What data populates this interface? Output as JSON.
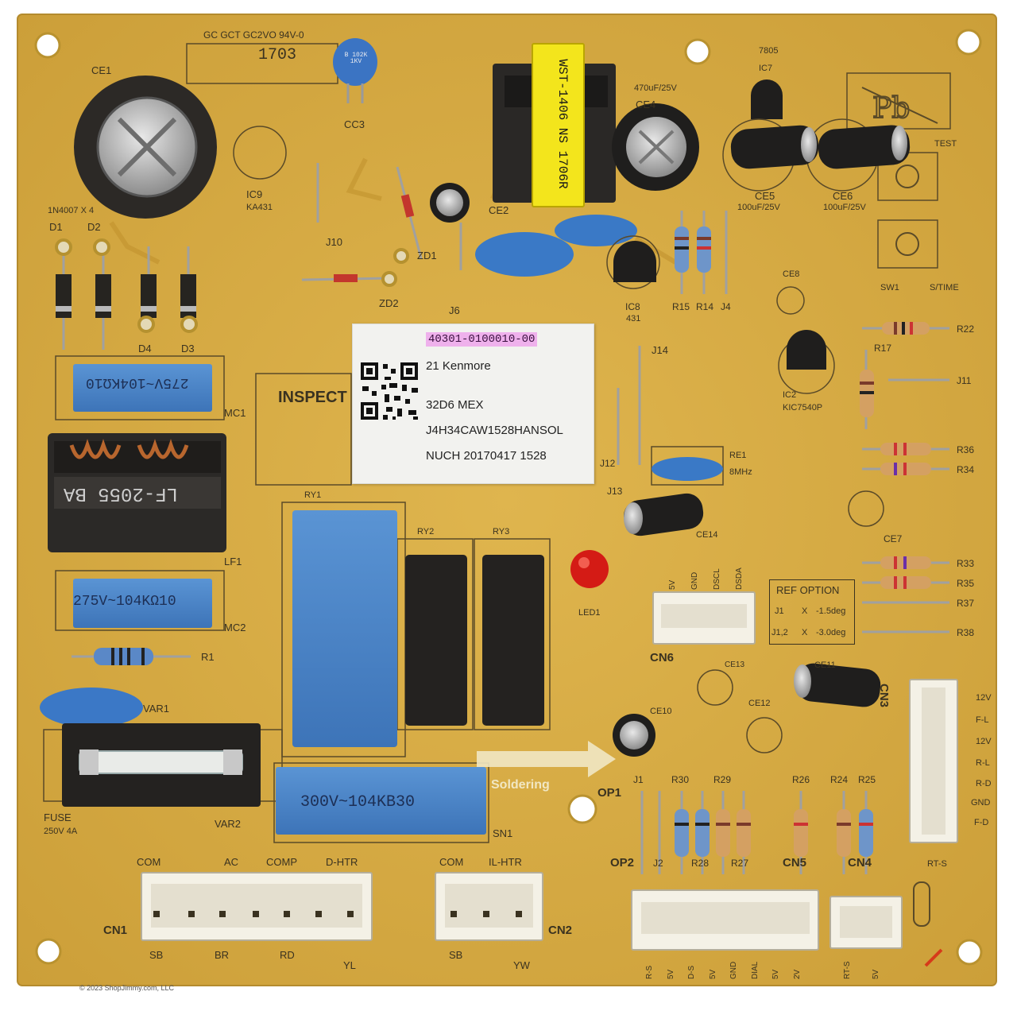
{
  "board": {
    "part_number": "40301-0100010-00",
    "brand_line": "21 Kenmore",
    "code_line": "32D6   MEX",
    "serial_line": "J4H34CAW1528HANSOL",
    "date_line": "NUCH 20170417 1528"
  },
  "silkscreen": {
    "ul_mark": "GC GCT GC2VO 94V-0",
    "ce1": "CE1",
    "ic9": "IC9",
    "ic9_part": "KA431",
    "diodes_note": "1N4007 X 4",
    "d1": "D1",
    "d2": "D2",
    "d3": "D3",
    "d4": "D4",
    "j10": "J10",
    "zd1": "ZD1",
    "zd2": "ZD2",
    "j6": "J6",
    "cc3": "CC3",
    "ce2": "CE2",
    "ce4": "CE4",
    "ce4_val": "470uF/25V",
    "ic7_part": "7805",
    "ic7": "IC7",
    "ce5": "CE5",
    "ce5_val": "100uF/25V",
    "ce6": "CE6",
    "ce6_val": "100uF/25V",
    "test": "TEST",
    "sw1": "SW1",
    "s_time": "S/TIME",
    "r15": "R15",
    "r14": "R14",
    "j4": "J4",
    "ic8": "IC8",
    "ic8_part": "431",
    "ce8": "CE8",
    "r22": "R22",
    "r17": "R17",
    "j11": "J11",
    "ic2": "IC2",
    "ic2_part": "KIC7540P",
    "j14": "J14",
    "inspect": "INSPECT",
    "mc1": "MC1",
    "lf1": "LF1",
    "mc2": "MC2",
    "r36": "R36",
    "r34": "R34",
    "re1": "RE1",
    "re1_val": "8MHz",
    "j12": "J12",
    "j13": "J13",
    "ce14": "CE14",
    "ry1": "RY1",
    "ry2": "RY2",
    "ry3": "RY3",
    "ce7": "CE7",
    "r33": "R33",
    "r35": "R35",
    "r37": "R37",
    "r38": "R38",
    "led1": "LED1",
    "cn6": "CN6",
    "cn6_pins": [
      "5V",
      "GND",
      "DSCL",
      "DSDA"
    ],
    "ce13": "CE13",
    "r1": "R1",
    "var1": "VAR1",
    "ce11": "CE11",
    "cn3": "CN3",
    "cn3_pins": [
      "12V",
      "F-L",
      "12V",
      "R-L",
      "R-D",
      "GND",
      "F-D"
    ],
    "ce10": "CE10",
    "ce12": "CE12",
    "soldering": "Soldering",
    "op1": "OP1",
    "j1": "J1",
    "r30": "R30",
    "r29": "R29",
    "r26": "R26",
    "r24": "R24",
    "r25": "R25",
    "fuse": "FUSE",
    "fuse_val": "250V 4A",
    "var2": "VAR2",
    "sn1": "SN1",
    "op2": "OP2",
    "j2": "J2",
    "r28": "R28",
    "r27": "R27",
    "cn5": "CN5",
    "cn4": "CN4",
    "rt_s": "RT-S",
    "cn1": "CN1",
    "cn1_top": [
      "COM",
      "AC",
      "COMP",
      "D-HTR"
    ],
    "cn1_bottom": [
      "SB",
      "BR",
      "RD",
      "YL"
    ],
    "cn2": "CN2",
    "cn2_top": [
      "COM",
      "IL-HTR"
    ],
    "cn2_bottom": [
      "SB",
      "YW"
    ],
    "cn5_pins": [
      "R-S",
      "5V",
      "D-S",
      "5V",
      "GND",
      "DIAL",
      "5V",
      "2V"
    ],
    "cn4_pins": [
      "RT-S",
      "5V"
    ]
  },
  "ref_option": {
    "title": "REF  OPTION",
    "rows": [
      {
        "jumper": "J1",
        "mark": "X",
        "value": "-1.5deg"
      },
      {
        "jumper": "J1,2",
        "mark": "X",
        "value": "-3.0deg"
      }
    ]
  },
  "component_print": {
    "mc1_cap": "275V~104KΩ10",
    "mc2_cap": "275V~104KΩ10",
    "sn1_cap": "300V~104KB30",
    "lf1_choke": "LF-2055 BA",
    "transformer": "WST-1406 NS 1706R",
    "cc3_cap": "B 102K 1KV",
    "board_code": "1703"
  },
  "copyright": "© 2023 ShopJimmy.com, LLC",
  "colors": {
    "pcb": "#d9b14a",
    "pcb_dark": "#c99a35",
    "silkscreen": "#3a3220",
    "relay_blue": "#4a86c8",
    "cap_blue": "#3a76c4",
    "connector": "#f4f1e6",
    "label_pink": "#efb1ec"
  }
}
